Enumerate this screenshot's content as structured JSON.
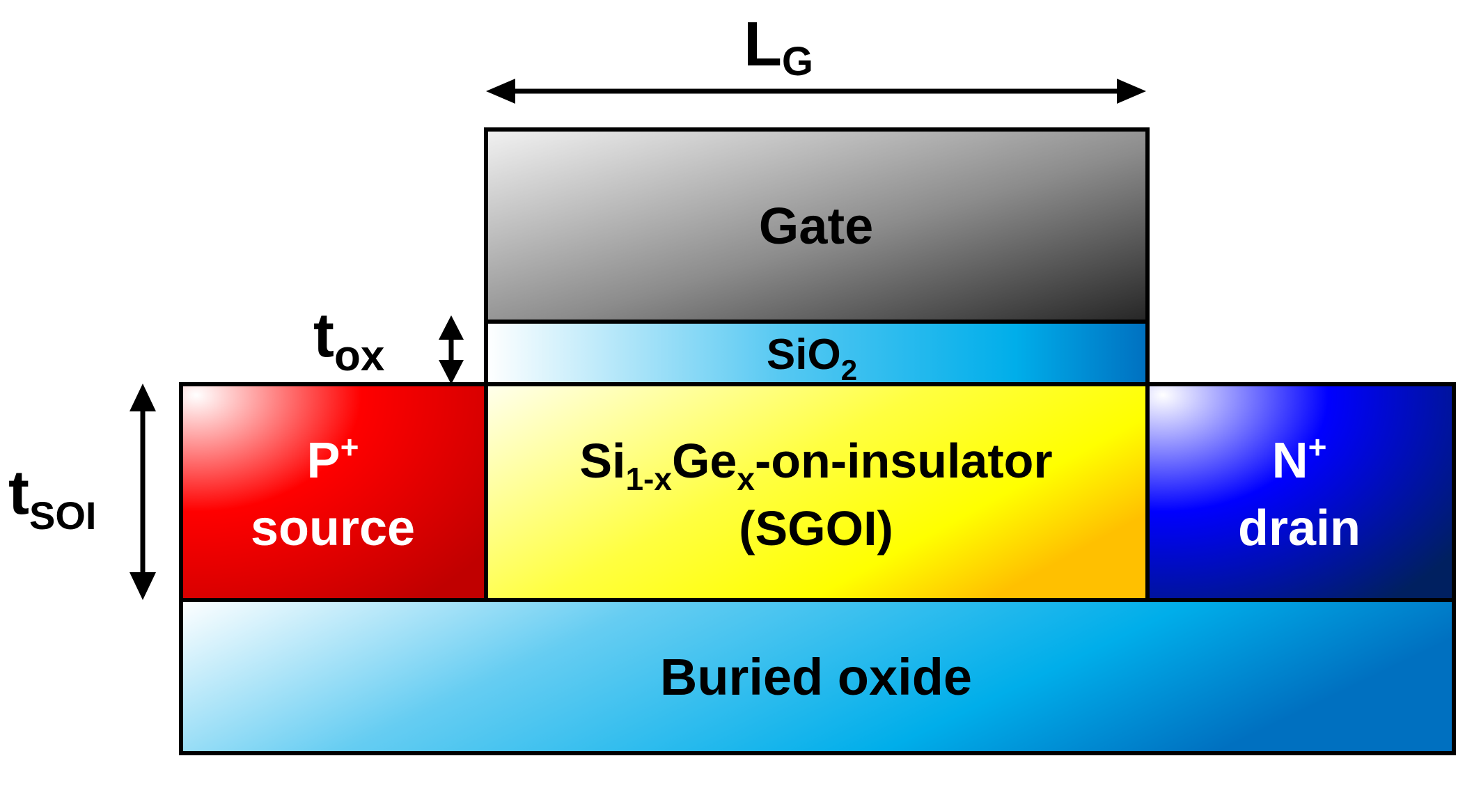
{
  "labels": {
    "lg_main": "L",
    "lg_sub": "G",
    "tox_main": "t",
    "tox_sub": "ox",
    "tsoi_main": "t",
    "tsoi_sub": "SOI",
    "gate": "Gate",
    "sio2_main": "SiO",
    "sio2_sub": "2",
    "p_main": "P",
    "p_sup": "+",
    "source": "source",
    "n_main": "N",
    "n_sup": "+",
    "drain": "drain",
    "channel_part1": "Si",
    "channel_sub1": "1-x",
    "channel_part2": "Ge",
    "channel_sub2": "x",
    "channel_part3": "-on-insulator",
    "channel_line2": "(SGOI)",
    "buried_oxide": "Buried oxide"
  },
  "colors": {
    "gate_light": "#f2f2f2",
    "gate_dark": "#262626",
    "oxide_light": "#ffffff",
    "oxide_mid": "#00b0ee",
    "oxide_dark": "#0070c0",
    "source_light": "#ffffff",
    "source_mid": "#ff0000",
    "source_dark": "#c00000",
    "drain_light": "#ffffff",
    "drain_mid": "#0000ff",
    "drain_dark": "#002060",
    "channel_light": "#ffffee",
    "channel_mid": "#ffff00",
    "channel_dark": "#ffc000",
    "outline": "#000000",
    "text_dark": "#000000",
    "text_light": "#ffffff"
  }
}
